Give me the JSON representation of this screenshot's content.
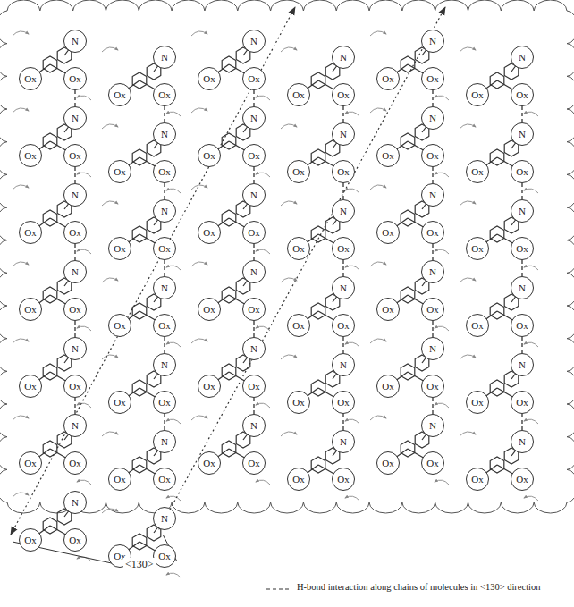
{
  "diagram": {
    "nodes": [
      {
        "text": [
          "N"
        ]
      },
      {
        "text": [
          "Ox"
        ]
      },
      {
        "text": [
          "Ox"
        ]
      },
      {
        "text": [
          "N"
        ]
      },
      {
        "text": [
          "Ox"
        ]
      },
      {
        "text": [
          "Ox"
        ]
      },
      {
        "text": [
          "N"
        ]
      },
      {
        "text": [
          "Ox"
        ]
      },
      {
        "text": [
          "Ox"
        ]
      },
      {
        "text": [
          "N"
        ]
      },
      {
        "text": [
          "Ox"
        ]
      },
      {
        "text": [
          "Ox"
        ]
      },
      {
        "text": [
          "N"
        ]
      },
      {
        "text": [
          "Ox"
        ]
      },
      {
        "text": [
          "Ox"
        ]
      },
      {
        "text": [
          "N"
        ]
      },
      {
        "text": [
          "Ox"
        ]
      },
      {
        "text": [
          "Ox"
        ]
      },
      {
        "text": [
          "N"
        ]
      },
      {
        "text": [
          "Ox"
        ]
      },
      {
        "text": [
          "Ox"
        ]
      },
      {
        "text": [
          "N"
        ]
      },
      {
        "text": [
          "Ox"
        ]
      },
      {
        "text": [
          "Ox"
        ]
      },
      {
        "text": [
          "N"
        ]
      },
      {
        "text": [
          "Ox"
        ]
      },
      {
        "text": [
          "Ox"
        ]
      },
      {
        "text": [
          "N"
        ]
      },
      {
        "text": [
          "Ox"
        ]
      },
      {
        "text": [
          "Ox"
        ]
      },
      {
        "text": [
          "N"
        ]
      },
      {
        "text": [
          "Ox"
        ]
      },
      {
        "text": [
          "Ox"
        ]
      },
      {
        "text": [
          "N"
        ]
      },
      {
        "text": [
          "Ox"
        ]
      },
      {
        "text": [
          "Ox"
        ]
      },
      {
        "text": [
          "N"
        ]
      },
      {
        "text": [
          "Ox"
        ]
      },
      {
        "text": [
          "Ox"
        ]
      },
      {
        "text": [
          "N"
        ]
      },
      {
        "text": [
          "Ox"
        ]
      },
      {
        "text": [
          "Ox"
        ]
      },
      {
        "text": [
          "N"
        ]
      },
      {
        "text": [
          "Ox"
        ]
      },
      {
        "text": [
          "Ox"
        ]
      },
      {
        "text": [
          "N"
        ]
      },
      {
        "text": [
          "Ox"
        ]
      },
      {
        "text": [
          "Ox"
        ]
      },
      {
        "text": [
          "N"
        ]
      },
      {
        "text": [
          "Ox"
        ]
      },
      {
        "text": [
          "Ox"
        ]
      },
      {
        "text": [
          "N"
        ]
      },
      {
        "text": [
          "Ox"
        ]
      },
      {
        "text": [
          "Ox"
        ]
      },
      {
        "text": [
          "N"
        ]
      },
      {
        "text": [
          "Ox"
        ]
      },
      {
        "text": [
          "Ox"
        ]
      },
      {
        "text": [
          "N"
        ]
      },
      {
        "text": [
          "Ox"
        ]
      },
      {
        "text": [
          "Ox"
        ]
      },
      {
        "text": [
          "N"
        ]
      },
      {
        "text": [
          "Ox"
        ]
      },
      {
        "text": [
          "Ox"
        ]
      },
      {
        "text": [
          "N"
        ]
      },
      {
        "text": [
          "Ox"
        ]
      },
      {
        "text": [
          "Ox"
        ]
      },
      {
        "text": [
          "N"
        ]
      },
      {
        "text": [
          "Ox"
        ]
      },
      {
        "text": [
          "Ox"
        ]
      },
      {
        "text": [
          "N"
        ]
      },
      {
        "text": [
          "Ox"
        ]
      },
      {
        "text": [
          "Ox"
        ]
      },
      {
        "text": [
          "N"
        ]
      },
      {
        "text": [
          "Ox"
        ]
      },
      {
        "text": [
          "Ox"
        ]
      },
      {
        "text": [
          "N"
        ]
      },
      {
        "text": [
          "Ox"
        ]
      },
      {
        "text": [
          "Ox"
        ]
      },
      {
        "text": [
          "N"
        ]
      },
      {
        "text": [
          "Ox"
        ]
      },
      {
        "text": [
          "Ox"
        ]
      },
      {
        "text": [
          "N"
        ]
      },
      {
        "text": [
          "Ox"
        ]
      },
      {
        "text": [
          "Ox"
        ]
      },
      {
        "text": [
          "N"
        ]
      },
      {
        "text": [
          "Ox"
        ]
      },
      {
        "text": [
          "Ox"
        ]
      },
      {
        "text": [
          "N"
        ]
      },
      {
        "text": [
          "Ox"
        ]
      },
      {
        "text": [
          "Ox"
        ]
      },
      {
        "text": [
          "N"
        ]
      },
      {
        "text": [
          "Ox"
        ]
      },
      {
        "text": [
          "Ox"
        ]
      },
      {
        "text": [
          "N"
        ]
      },
      {
        "text": [
          "Ox"
        ]
      },
      {
        "text": [
          "Ox"
        ]
      },
      {
        "text": [
          "N"
        ]
      },
      {
        "text": [
          "Ox"
        ]
      },
      {
        "text": [
          "Ox"
        ]
      },
      {
        "text": [
          "N"
        ]
      },
      {
        "text": [
          "Ox"
        ]
      },
      {
        "text": [
          "Ox"
        ]
      },
      {
        "text": [
          "N"
        ]
      },
      {
        "text": [
          "Ox"
        ]
      },
      {
        "text": [
          "Ox"
        ]
      },
      {
        "text": [
          "N"
        ]
      },
      {
        "text": [
          "Ox"
        ]
      },
      {
        "text": [
          "Ox"
        ]
      },
      {
        "text": [
          "N"
        ]
      },
      {
        "text": [
          "Ox"
        ]
      },
      {
        "text": [
          "Ox"
        ]
      },
      {
        "text": [
          "N"
        ]
      },
      {
        "text": [
          "Ox"
        ]
      },
      {
        "text": [
          "Ox"
        ]
      }
    ],
    "edges": [
      {
        "from": 2,
        "to": 18,
        "arrow": "none"
      },
      {
        "from": 5,
        "to": 21,
        "arrow": "none"
      },
      {
        "from": 8,
        "to": 24,
        "arrow": "none"
      },
      {
        "from": 11,
        "to": 27,
        "arrow": "none"
      },
      {
        "from": 14,
        "to": 30,
        "arrow": "none"
      },
      {
        "from": 17,
        "to": 33,
        "arrow": "none"
      },
      {
        "from": 20,
        "to": 36,
        "arrow": "none"
      },
      {
        "from": 23,
        "to": 39,
        "arrow": "none"
      },
      {
        "from": 26,
        "to": 42,
        "arrow": "none"
      },
      {
        "from": 29,
        "to": 45,
        "arrow": "none"
      },
      {
        "from": 32,
        "to": 48,
        "arrow": "none"
      },
      {
        "from": 35,
        "to": 51,
        "arrow": "none"
      },
      {
        "from": 38,
        "to": 54,
        "arrow": "none"
      },
      {
        "from": 41,
        "to": 57,
        "arrow": "none"
      },
      {
        "from": 44,
        "to": 60,
        "arrow": "none"
      },
      {
        "from": 47,
        "to": 63,
        "arrow": "none"
      },
      {
        "from": 50,
        "to": 66,
        "arrow": "none"
      },
      {
        "from": 53,
        "to": 69,
        "arrow": "none"
      },
      {
        "from": 56,
        "to": 72,
        "arrow": "none"
      },
      {
        "from": 59,
        "to": 75,
        "arrow": "none"
      },
      {
        "from": 62,
        "to": 78,
        "arrow": "none"
      },
      {
        "from": 65,
        "to": 81,
        "arrow": "none"
      },
      {
        "from": 68,
        "to": 84,
        "arrow": "none"
      },
      {
        "from": 71,
        "to": 87,
        "arrow": "none"
      },
      {
        "from": 74,
        "to": 90,
        "arrow": "none"
      },
      {
        "from": 77,
        "to": 93,
        "arrow": "none"
      },
      {
        "from": 80,
        "to": 96,
        "arrow": "none"
      },
      {
        "from": 83,
        "to": 99,
        "arrow": "none"
      },
      {
        "from": 86,
        "to": 102,
        "arrow": "none"
      },
      {
        "from": 89,
        "to": 105,
        "arrow": "none"
      }
    ],
    "labels": [
      "<1̄30>"
    ],
    "legend": [
      {
        "text": "H-bond interaction along chains of molecules in <130> direction"
      }
    ]
  }
}
